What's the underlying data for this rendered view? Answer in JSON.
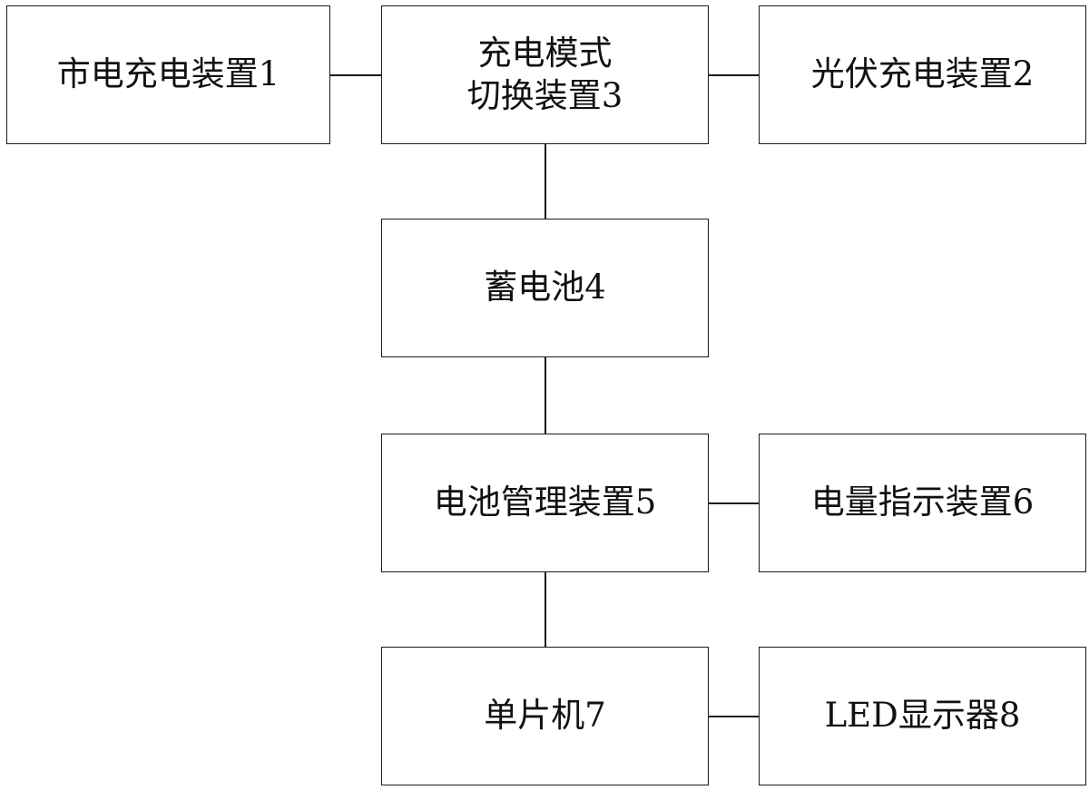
{
  "diagram": {
    "nodes": {
      "mains_charging": {
        "label": "市电充电装置1"
      },
      "charge_mode_switch": {
        "line1": "充电模式",
        "line2": "切换装置3"
      },
      "pv_charging": {
        "label": "光伏充电装置2"
      },
      "battery": {
        "label": "蓄电池4"
      },
      "battery_management": {
        "label": "电池管理装置5"
      },
      "charge_indicator": {
        "label": "电量指示装置6"
      },
      "mcu": {
        "label": "单片机7"
      },
      "led_display": {
        "label": "LED显示器8"
      }
    },
    "edges": [
      [
        "mains_charging",
        "charge_mode_switch"
      ],
      [
        "charge_mode_switch",
        "pv_charging"
      ],
      [
        "charge_mode_switch",
        "battery"
      ],
      [
        "battery",
        "battery_management"
      ],
      [
        "battery_management",
        "charge_indicator"
      ],
      [
        "battery_management",
        "mcu"
      ],
      [
        "mcu",
        "led_display"
      ]
    ]
  }
}
